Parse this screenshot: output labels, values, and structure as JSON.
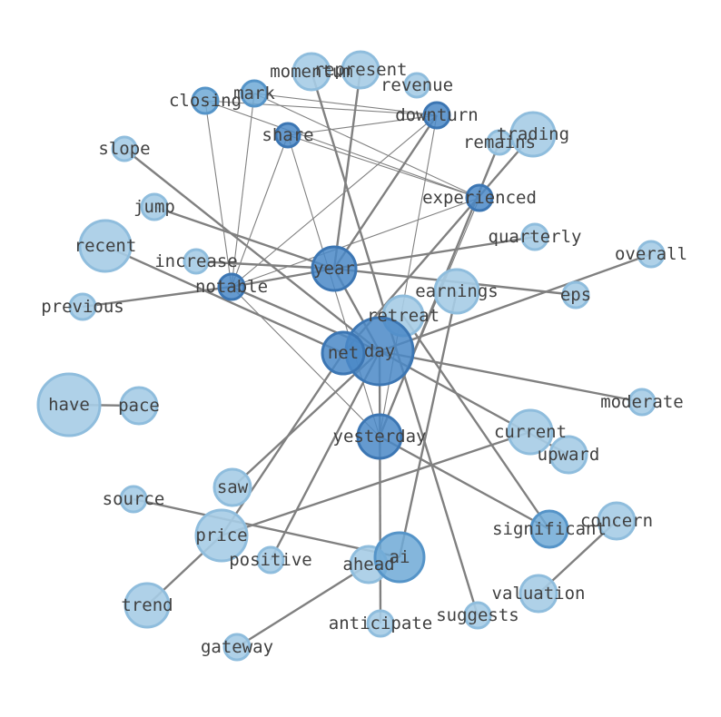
{
  "colors": {
    "edge": "#808080",
    "label": "#404040",
    "light_fill": "#a6cce6",
    "light_stroke": "#8fbddd",
    "mid_fill": "#6fa9d6",
    "mid_stroke": "#5594c8",
    "dark_fill": "#4a88c7",
    "dark_stroke": "#3c76b3"
  },
  "nodes": [
    {
      "id": "day",
      "label": "day",
      "tone": "dark"
    },
    {
      "id": "net",
      "label": "net",
      "tone": "dark"
    },
    {
      "id": "year",
      "label": "year",
      "tone": "dark"
    },
    {
      "id": "yesterday",
      "label": "yesterday",
      "tone": "dark"
    },
    {
      "id": "notable",
      "label": "notable",
      "tone": "dark"
    },
    {
      "id": "experienced",
      "label": "experienced",
      "tone": "dark"
    },
    {
      "id": "downturn",
      "label": "downturn",
      "tone": "dark"
    },
    {
      "id": "share",
      "label": "share",
      "tone": "dark"
    },
    {
      "id": "mark",
      "label": "mark",
      "tone": "mid"
    },
    {
      "id": "closing",
      "label": "closing",
      "tone": "mid"
    },
    {
      "id": "significant",
      "label": "significant",
      "tone": "mid"
    },
    {
      "id": "ai",
      "label": "ai",
      "tone": "mid"
    },
    {
      "id": "retreat",
      "label": "retreat",
      "tone": "light"
    },
    {
      "id": "earnings",
      "label": "earnings",
      "tone": "light"
    },
    {
      "id": "momentum",
      "label": "momentum",
      "tone": "light"
    },
    {
      "id": "represent",
      "label": "represent",
      "tone": "light"
    },
    {
      "id": "revenue",
      "label": "revenue",
      "tone": "light"
    },
    {
      "id": "trading",
      "label": "trading",
      "tone": "light"
    },
    {
      "id": "remains",
      "label": "remains",
      "tone": "light"
    },
    {
      "id": "slope",
      "label": "slope",
      "tone": "light"
    },
    {
      "id": "jump",
      "label": "jump",
      "tone": "light"
    },
    {
      "id": "recent",
      "label": "recent",
      "tone": "light"
    },
    {
      "id": "increase",
      "label": "increase",
      "tone": "light"
    },
    {
      "id": "previous",
      "label": "previous",
      "tone": "light"
    },
    {
      "id": "quarterly",
      "label": "quarterly",
      "tone": "light"
    },
    {
      "id": "overall",
      "label": "overall",
      "tone": "light"
    },
    {
      "id": "eps",
      "label": "eps",
      "tone": "light"
    },
    {
      "id": "have",
      "label": "have",
      "tone": "light"
    },
    {
      "id": "pace",
      "label": "pace",
      "tone": "light"
    },
    {
      "id": "moderate",
      "label": "moderate",
      "tone": "light"
    },
    {
      "id": "current",
      "label": "current",
      "tone": "light"
    },
    {
      "id": "upward",
      "label": "upward",
      "tone": "light"
    },
    {
      "id": "saw",
      "label": "saw",
      "tone": "light"
    },
    {
      "id": "source",
      "label": "source",
      "tone": "light"
    },
    {
      "id": "price",
      "label": "price",
      "tone": "light"
    },
    {
      "id": "positive",
      "label": "positive",
      "tone": "light"
    },
    {
      "id": "ahead",
      "label": "ahead",
      "tone": "light"
    },
    {
      "id": "concern",
      "label": "concern",
      "tone": "light"
    },
    {
      "id": "valuation",
      "label": "valuation",
      "tone": "light"
    },
    {
      "id": "trend",
      "label": "trend",
      "tone": "light"
    },
    {
      "id": "anticipate",
      "label": "anticipate",
      "tone": "light"
    },
    {
      "id": "suggests",
      "label": "suggests",
      "tone": "light"
    },
    {
      "id": "gateway",
      "label": "gateway",
      "tone": "light"
    }
  ],
  "edges": [
    {
      "source": "closing",
      "target": "downturn",
      "weight": "thin"
    },
    {
      "source": "closing",
      "target": "experienced",
      "weight": "thin"
    },
    {
      "source": "closing",
      "target": "notable",
      "weight": "thin"
    },
    {
      "source": "mark",
      "target": "downturn",
      "weight": "thin"
    },
    {
      "source": "mark",
      "target": "experienced",
      "weight": "thin"
    },
    {
      "source": "mark",
      "target": "notable",
      "weight": "thin"
    },
    {
      "source": "share",
      "target": "downturn",
      "weight": "thin"
    },
    {
      "source": "share",
      "target": "experienced",
      "weight": "thin"
    },
    {
      "source": "share",
      "target": "notable",
      "weight": "thin"
    },
    {
      "source": "share",
      "target": "yesterday",
      "weight": "thin"
    },
    {
      "source": "downturn",
      "target": "notable",
      "weight": "thin"
    },
    {
      "source": "downturn",
      "target": "yesterday",
      "weight": "thin"
    },
    {
      "source": "experienced",
      "target": "notable",
      "weight": "thin"
    },
    {
      "source": "experienced",
      "target": "yesterday",
      "weight": "thin"
    },
    {
      "source": "notable",
      "target": "yesterday",
      "weight": "thin"
    },
    {
      "source": "notable",
      "target": "day",
      "weight": "thick"
    },
    {
      "source": "notable",
      "target": "year",
      "weight": "thick"
    },
    {
      "source": "previous",
      "target": "notable",
      "weight": "thick"
    },
    {
      "source": "increase",
      "target": "year",
      "weight": "thick"
    },
    {
      "source": "recent",
      "target": "net",
      "weight": "thick"
    },
    {
      "source": "jump",
      "target": "year",
      "weight": "thick"
    },
    {
      "source": "slope",
      "target": "day",
      "weight": "thick"
    },
    {
      "source": "year",
      "target": "quarterly",
      "weight": "thick"
    },
    {
      "source": "year",
      "target": "eps",
      "weight": "thick"
    },
    {
      "source": "year",
      "target": "downturn",
      "weight": "thick"
    },
    {
      "source": "year",
      "target": "represent",
      "weight": "thick"
    },
    {
      "source": "year",
      "target": "day",
      "weight": "thick"
    },
    {
      "source": "day",
      "target": "overall",
      "weight": "thick"
    },
    {
      "source": "day",
      "target": "moderate",
      "weight": "thick"
    },
    {
      "source": "day",
      "target": "saw",
      "weight": "thick"
    },
    {
      "source": "day",
      "target": "positive",
      "weight": "thick"
    },
    {
      "source": "day",
      "target": "anticipate",
      "weight": "thick"
    },
    {
      "source": "day",
      "target": "upward",
      "weight": "thick"
    },
    {
      "source": "net",
      "target": "trading",
      "weight": "thick"
    },
    {
      "source": "net",
      "target": "price",
      "weight": "thick"
    },
    {
      "source": "yesterday",
      "target": "significant",
      "weight": "thick"
    },
    {
      "source": "yesterday",
      "target": "remains",
      "weight": "thick"
    },
    {
      "source": "momentum",
      "target": "suggests",
      "weight": "thick"
    },
    {
      "source": "earnings",
      "target": "ai",
      "weight": "thick"
    },
    {
      "source": "retreat",
      "target": "significant",
      "weight": "thick"
    },
    {
      "source": "price",
      "target": "current",
      "weight": "thick"
    },
    {
      "source": "price",
      "target": "trend",
      "weight": "thick"
    },
    {
      "source": "source",
      "target": "ai",
      "weight": "thick"
    },
    {
      "source": "ahead",
      "target": "gateway",
      "weight": "thick"
    },
    {
      "source": "concern",
      "target": "valuation",
      "weight": "thick"
    },
    {
      "source": "have",
      "target": "pace",
      "weight": "thick"
    }
  ]
}
